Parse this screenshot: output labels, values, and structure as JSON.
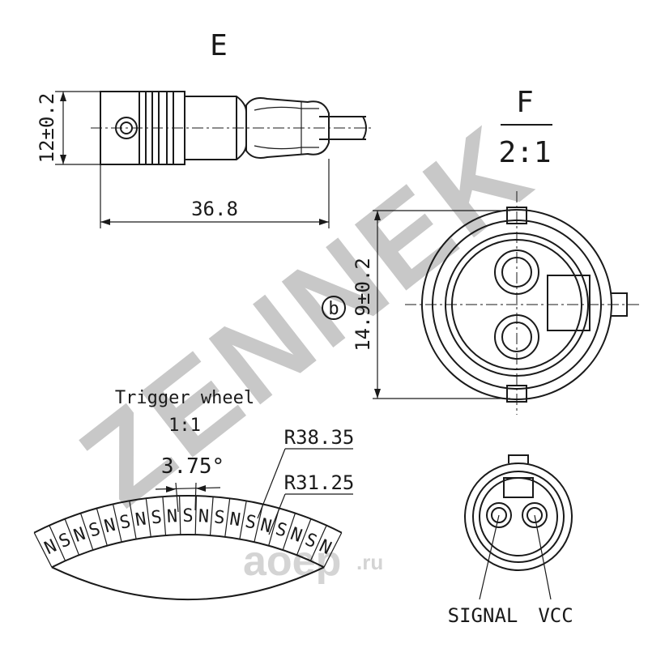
{
  "view_e": {
    "title": "E",
    "dim_height": "12±0.2",
    "dim_length": "36.8"
  },
  "view_f": {
    "title": "F",
    "scale": "2:1",
    "circle_marker": "b",
    "dim_diameter": "14.9±0.2"
  },
  "trigger_wheel": {
    "title": "Trigger wheel",
    "scale": "1:1",
    "angle": "3.75°",
    "outer_radius": "R38.35",
    "inner_radius": "R31.25",
    "poles": [
      "N",
      "S",
      "N",
      "S",
      "N",
      "S",
      "N",
      "S",
      "N",
      "S",
      "N",
      "S",
      "N",
      "S",
      "N",
      "S",
      "N",
      "S",
      "N"
    ]
  },
  "pinout": {
    "signal_label": "SIGNAL",
    "vcc_label": "VCC"
  },
  "watermark": {
    "brand": "ZENNEK",
    "site_name": "aoep",
    "site_tld": ".ru"
  }
}
